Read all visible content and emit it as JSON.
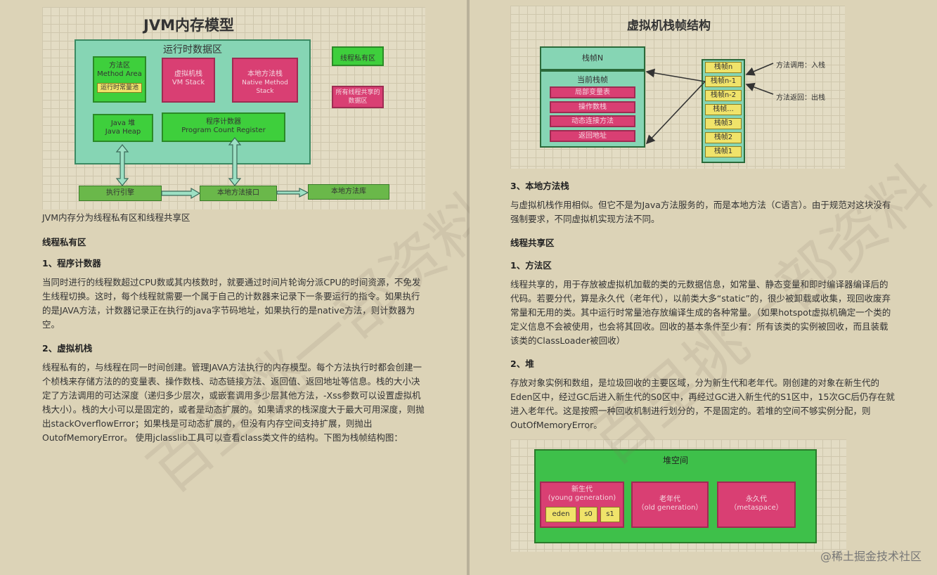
{
  "left": {
    "diagram": {
      "title": "JVM内存模型",
      "runtime_area": "运行时数据区",
      "method_area": "方法区",
      "method_area_en": "Method Area",
      "const_pool": "运行时常量池",
      "vm_stack": "虚拟机栈",
      "vm_stack_en": "VM Stack",
      "native_stack": "本地方法栈",
      "native_stack_en": "Native Method Stack",
      "heap": "Java 堆",
      "heap_en": "Java Heap",
      "pc": "程序计数器",
      "pc_en": "Program Count Register",
      "legend_private": "线程私有区",
      "legend_shared": "所有线程共享的数据区",
      "exec_engine": "执行引擎",
      "native_iface": "本地方法接口",
      "native_lib": "本地方法库"
    },
    "intro": "JVM内存分为线程私有区和线程共享区",
    "sec_private": "线程私有区",
    "sub1": "1、程序计数器",
    "para1": "当同时进行的线程数超过CPU数或其内核数时，就要通过时间片轮询分派CPU的时间资源，不免发生线程切换。这时，每个线程就需要一个属于自己的计数器来记录下一条要运行的指令。如果执行的是JAVA方法，计数器记录正在执行的java字节码地址，如果执行的是native方法，则计数器为空。",
    "sub2": "2、虚拟机栈",
    "para2": "线程私有的，与线程在同一时间创建。管理JAVA方法执行的内存模型。每个方法执行时都会创建一个桢栈来存储方法的的变量表、操作数栈、动态链接方法、返回值、返回地址等信息。栈的大小决定了方法调用的可达深度（递归多少层次，或嵌套调用多少层其他方法，-Xss参数可以设置虚拟机栈大小）。栈的大小可以是固定的，或者是动态扩展的。如果请求的栈深度大于最大可用深度，则抛出stackOverflowError；如果栈是可动态扩展的，但没有内存空间支持扩展，则抛出OutofMemoryError。 使用jclasslib工具可以查看class类文件的结构。下图为栈帧结构图："
  },
  "right": {
    "frame_diagram": {
      "title": "虚拟机栈帧结构",
      "frame_n": "栈帧N",
      "current_frame": "当前栈帧",
      "items": [
        "局部变量表",
        "操作数栈",
        "动态连接方法",
        "返回地址"
      ],
      "stack": [
        "栈帧n",
        "栈帧n-1",
        "栈帧n-2",
        "栈帧...",
        "栈帧3",
        "栈帧2",
        "栈帧1"
      ],
      "push_label": "方法调用：入栈",
      "pop_label": "方法返回：出栈"
    },
    "sub3": "3、本地方法栈",
    "para3": "与虚拟机栈作用相似。但它不是为Java方法服务的，而是本地方法（C语言）。由于规范对这块没有强制要求，不同虚拟机实现方法不同。",
    "sec_shared": "线程共享区",
    "sub4": "1、方法区",
    "para4": "线程共享的，用于存放被虚拟机加载的类的元数据信息，如常量、静态变量和即时编译器编译后的代码。若要分代，算是永久代（老年代），以前类大多“static”的，很少被卸载或收集，现回收废弃常量和无用的类。其中运行时常量池存放编译生成的各种常量。（如果hotspot虚拟机确定一个类的定义信息不会被使用，也会将其回收。回收的基本条件至少有：所有该类的实例被回收，而且装载该类的ClassLoader被回收）",
    "sub5": "2、堆",
    "para5": "存放对象实例和数组，是垃圾回收的主要区域，分为新生代和老年代。刚创建的对象在新生代的Eden区中，经过GC后进入新生代的S0区中，再经过GC进入新生代的S1区中，15次GC后仍存在就进入老年代。这是按照一种回收机制进行划分的，不是固定的。若堆的空间不够实例分配，则OutOfMemoryError。",
    "heap_diagram": {
      "title": "堆空间",
      "young": "新生代",
      "young_en": "(young generation)",
      "eden": "eden",
      "s0": "s0",
      "s1": "s1",
      "old": "老年代",
      "old_en": "（old generation）",
      "perm": "永久代",
      "perm_en": "（metaspace）"
    }
  },
  "watermark": "百里挑一部资料",
  "footer": "@稀土掘金技术社区"
}
